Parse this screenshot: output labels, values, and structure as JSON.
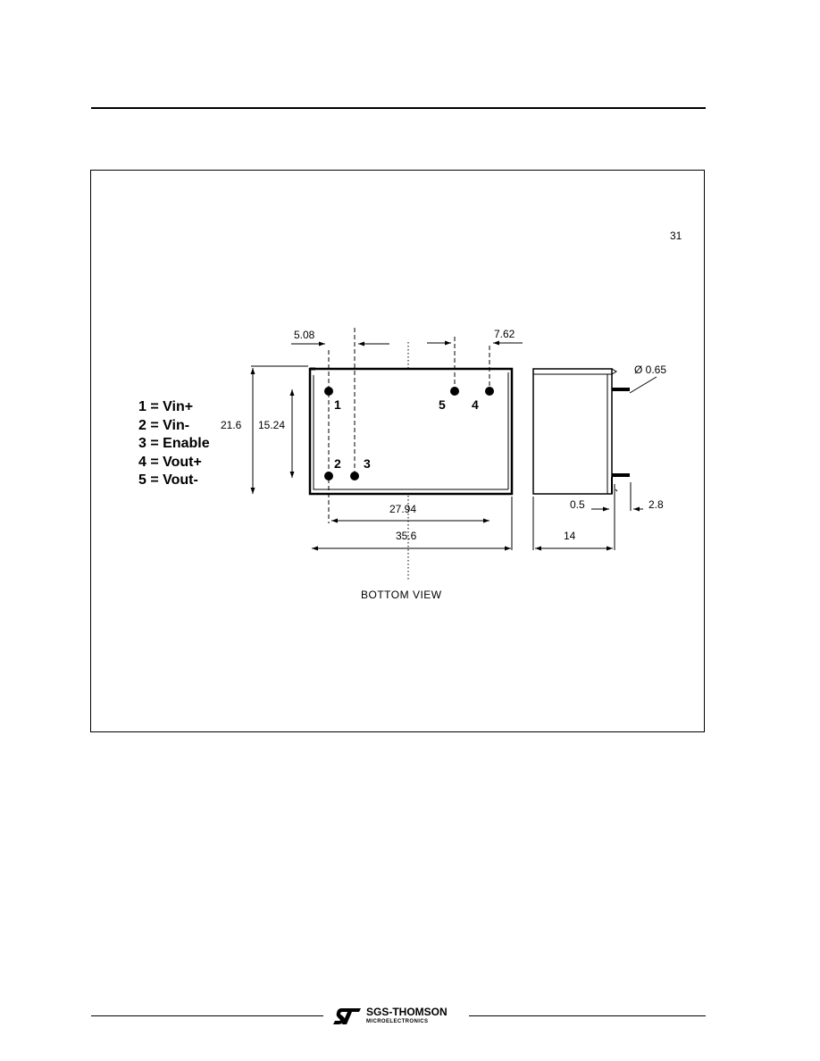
{
  "diagram": {
    "corner_label": "31",
    "pin_legend": [
      {
        "num": "1",
        "label": "= Vin+"
      },
      {
        "num": "2",
        "label": "= Vin-"
      },
      {
        "num": "3",
        "label": "= Enable"
      },
      {
        "num": "4",
        "label": "= Vout+"
      },
      {
        "num": "5",
        "label": "= Vout-"
      }
    ],
    "pin_labels": {
      "p1": "1",
      "p2": "2",
      "p3": "3",
      "p4": "4",
      "p5": "5"
    },
    "dimensions": {
      "d_5_08": "5.08",
      "d_7_62": "7.62",
      "d_21_6": "21.6",
      "d_15_24": "15.24",
      "d_27_94": "27.94",
      "d_35_6": "35.6",
      "d_0_65": "Ø 0.65",
      "d_0_5": "0.5",
      "d_2_8": "2.8",
      "d_14": "14"
    },
    "view_label": "BOTTOM VIEW"
  },
  "footer": {
    "brand": "SGS-THOMSON",
    "sub": "MICROELECTRONICS",
    "logo_icon": "st-logo-icon"
  }
}
